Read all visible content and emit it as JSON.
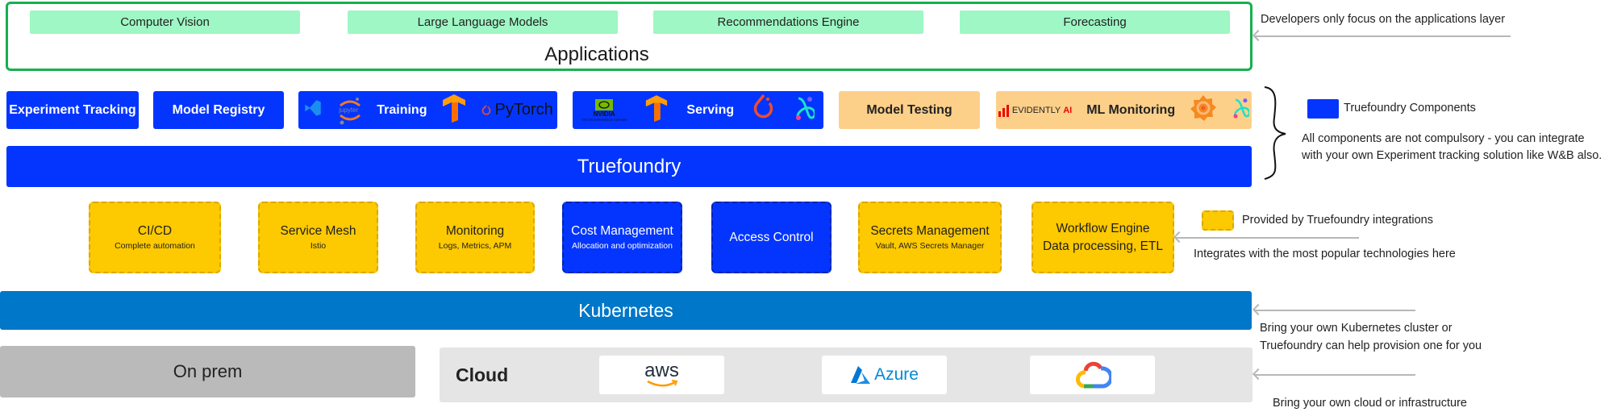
{
  "applications": {
    "title": "Applications",
    "items": [
      "Computer Vision",
      "Large Language Models",
      "Recommendations Engine",
      "Forecasting"
    ]
  },
  "components": {
    "experiment_tracking": "Experiment Tracking",
    "model_registry": "Model Registry",
    "training": {
      "label": "Training",
      "logos": [
        "vscode-icon",
        "jupyter-icon",
        "tensorflow-icon",
        "pytorch-icon"
      ],
      "jupyter_text": "jupyter",
      "pytorch_text": "PyTorch"
    },
    "serving": {
      "label": "Serving",
      "logos": [
        "nvidia-triton-icon",
        "tensorflow-icon",
        "pytorch-flame-icon",
        "seldon-icon"
      ],
      "nvidia_text": "NVIDIA",
      "triton_text": "TRITON INFERENCE SERVER"
    },
    "model_testing": "Model Testing",
    "ml_monitoring": {
      "label": "ML Monitoring",
      "logos": [
        "evidently-ai-icon",
        "grafana-icon",
        "seldon-icon"
      ],
      "evidently_text": "EVIDENTLY",
      "evidently_ai": "AI"
    }
  },
  "truefoundry": {
    "label": "Truefoundry"
  },
  "integrations": [
    {
      "title": "CI/CD",
      "subtitle": "Complete automation",
      "type": "integration"
    },
    {
      "title": "Service Mesh",
      "subtitle": "Istio",
      "type": "integration"
    },
    {
      "title": "Monitoring",
      "subtitle": "Logs, Metrics, APM",
      "type": "integration"
    },
    {
      "title": "Cost Management",
      "subtitle": "Allocation and optimization",
      "type": "truefoundry"
    },
    {
      "title": "Access Control",
      "subtitle": "",
      "type": "truefoundry"
    },
    {
      "title": "Secrets Management",
      "subtitle": "Vault, AWS Secrets Manager",
      "type": "integration"
    },
    {
      "title": "Workflow Engine",
      "subtitle": "Data processing, ETL",
      "type": "integration"
    }
  ],
  "kubernetes": {
    "label": "Kubernetes"
  },
  "infrastructure": {
    "on_prem": "On prem",
    "cloud_label": "Cloud",
    "providers": [
      {
        "name": "aws",
        "icon": "aws-icon"
      },
      {
        "name": "Azure",
        "icon": "azure-icon"
      },
      {
        "name": "Google Cloud",
        "icon": "google-cloud-icon"
      }
    ]
  },
  "annotations": {
    "applications_note": "Developers only focus on the applications layer",
    "legend_truefoundry": "Truefoundry Components",
    "components_note_1": "All components are not compulsory - you can integrate",
    "components_note_2": "with your own Experiment tracking solution like W&B also.",
    "legend_integrations": "Provided by Truefoundry integrations",
    "integrations_note": "Integrates with the most popular technologies here",
    "kubernetes_note_1": "Bring your own Kubernetes cluster or",
    "kubernetes_note_2": "Truefoundry can help provision one for you",
    "cloud_note": "Bring your own cloud or infrastructure"
  },
  "colors": {
    "truefoundry_blue": "#0335ff",
    "kubernetes_blue": "#0077c8",
    "application_green": "#9ef7c4",
    "frame_green": "#16b04f",
    "integration_yellow": "#fdc900",
    "peach": "#fdd08a",
    "onprem_gray": "#bababa",
    "cloud_gray": "#e5e5e5"
  }
}
